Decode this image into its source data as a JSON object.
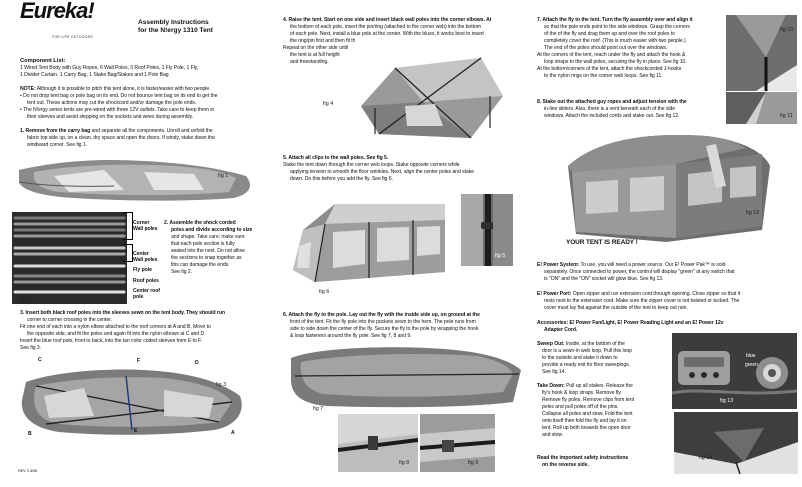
{
  "header": {
    "brand": "Eureka!",
    "brand_tagline": "FOR LIFE OUTDOORS.",
    "title_line1": "Assembly Instructions",
    "title_line2": "for the N!ergy 1310 Tent"
  },
  "components": {
    "heading": "Component List:",
    "line1": "1 Wired Tent Body with Guy Ropes, 6 Wall Poles, 3 Roof Poles, 1 Fly Pole, 1 Fly,",
    "line2": "1 Divider Curtain, 1 Carry Bag, 1 Stake Bag/Stakes and 1 Pole Bag"
  },
  "note": {
    "label": "NOTE:",
    "text": "Although it is possible to pitch this tent alone, it is faster/easier with two people.",
    "bullet1a": "• Do not drop tent bag or pole bag on its end. Do not bounce tent bag on its end to get the",
    "bullet1b": "tent out. These actions may cut the shockcord and/or damage the pole ends.",
    "bullet2a": "• The N!ergy series tents are pre-wired with three 12V outlets. Take care to keep them in",
    "bullet2b": "their sleeves and avoid stepping on the sockets and wires during assembly."
  },
  "step1": {
    "l1a": "1. Remove from the carry bag",
    "l1b": " and separate all the components. Unroll and unfold the",
    "l2": "fabric top side up, on a clean, dry space and open the doors. If windy, stake down the",
    "l3": "windward corner. See fig 1."
  },
  "step2": {
    "l1": "2. Assemble the shock corded",
    "l2": "poles and divide according to size",
    "l3": "and shape. Take care; make sure",
    "l4": "that each pole section is fully",
    "l5": "seated into the next. Do not allow",
    "l6": "the sections to snap together as",
    "l7": "this can damage the ends.",
    "l8": "See fig 2."
  },
  "pole_labels": {
    "corner1": "Corner",
    "corner2": "Wall poles",
    "center1": "Center",
    "center2": "Wall poles",
    "fly": "Fly pole",
    "roof": "Roof poles",
    "centerroof1": "Center roof",
    "centerroof2": "pole"
  },
  "step3": {
    "l1": "3. Insert both black roof poles into the sleeves sewn on the tent body. They should run",
    "l2": "corner to corner crossing in the center.",
    "l3": "Fit one end of each into a nylon elbow attached to the roof corners at A and B. Move to",
    "l4": "the opposite side, and fit the poles and again fit into the nylon elbows at C and D.",
    "l5": "Insert the blue roof pole, front to back, into the tan color coded sleeves from E to F.",
    "l6": "See fig 3."
  },
  "fig3_letters": {
    "a": "A",
    "b": "B",
    "c": "C",
    "d": "D",
    "e": "E",
    "f": "F"
  },
  "footer_code": "REV 3 4/08",
  "step4": {
    "l1": "4. Raise the tent. Start on one side and insert black wall poles into the corner elbows. At",
    "l2": "the bottom of each pole, insert the pin/ring (attached to the corner web) into the bottom",
    "l3": "of each pole. Next, install a blue pole at the center. With the blues, it works best to insert",
    "l4": "the ring/pin first and then fit the pole into the elbow. See fig 4.",
    "l5": "Repeat on the other side until",
    "l6": "the tent is at full height",
    "l7": "and freestanding."
  },
  "step5": {
    "l1": "5. Attach all clips to the wall poles. See fig 5.",
    "l2": "Stake the tent down through the corner web loops. Stake opposite corners while",
    "l3": "applying tension to smooth the floor wrinkles. Next, align the center poles and stake",
    "l4": "down. Do this before you add the fly. See fig 6."
  },
  "step6": {
    "l1": "6. Attach the fly to the pole. Lay out the fly with the inside side up, on ground at the",
    "l2": "front of the tent. Fit the fly pole into the pockets sewn to the hem. The pole runs from",
    "l3": "side to side down the center of the fly. Secure the fly to the pole by wrapping the hook",
    "l4": "& loop fasteners around the fly pole. See fig 7, 8 and 9."
  },
  "step7": {
    "l1": "7. Attach the fly to the tent. Turn the fly assembly over and align it",
    "l2": "so that the pole ends point to the side windows. Grasp the corners",
    "l3": "of the of the fly and drag them up and over the roof poles to",
    "l4": "completely cover the roof. (This is much easier with two people.)",
    "l5": "The end of the poles should point out over the windows.",
    "l6": "At the corners of the tent, reach under the fly and attach the hook &",
    "l7": "loop straps to the wall poles, securing the fly in place. See fig 10.",
    "l8": "At the bottom/corners of the tent, attach the shockcorded J-hooks",
    "l9": "to the nylon rings on the corner web loops. See fig 11."
  },
  "step8": {
    "l1": "8. Stake out the attached guy ropes and adjust tension with the",
    "l2": "in-line sliders. Also, there is a vent beneath each of the side",
    "l3": "windows. Attach the included cords and stake out. See fig 12."
  },
  "ready": "YOUR TENT IS READY !",
  "power_system": {
    "label": "E! Power System:",
    "l1": " To use, you will need a power source. Our E! Power Pak™ is sold",
    "l2": "separately. Once connected to power, the control will display \"green\" at any switch that",
    "l3": "is \"ON\" and the \"ON\" socket will glow blue. See fig 13."
  },
  "power_port": {
    "label": "E! Power Port:",
    "l1": " Open zipper and run extension cord through opening. Close zipper so that it",
    "l2": "rests next to the extension cord. Make sure the zipper cover is not twisted or tucked. The",
    "l3": "cover must lay flat against the outside of the tent to keep out rain."
  },
  "accessories": {
    "l1": "Accessories: E! Power Fan/Light, E! Power Reading Light and an E! Power 12v",
    "l2": "Adapter Cord."
  },
  "sweep": {
    "label": "Sweep Out:",
    "l1": " Inside, at the bottom of the",
    "l2": "door is a sewn-in web loop. Pull this loop",
    "l3": "to the outside and stake it down to",
    "l4": "provide a ready exit for floor sweepings.",
    "l5": "See fig 14."
  },
  "takedown": {
    "label": "Take Down:",
    "l1": " Pull up all stakes. Release the",
    "l2": "fly's hook & loop straps. Remove fly.",
    "l3": "Remove fly poles. Remove clips from tent",
    "l4": "poles and pull poles off of the pins.",
    "l5": "Collapse all poles and stow. Fold the tent",
    "l6": "onto itself then fold the fly and lay it on",
    "l7": "tent. Roll up both towards the open door",
    "l8": "and stow."
  },
  "safety": {
    "l1": "Read the important safety instructions",
    "l2": "on the reverse side."
  },
  "fig13_labels": {
    "blue": "blue",
    "green": "green"
  },
  "figs": {
    "f1": "fig 1",
    "f2": "fig 2",
    "f3": "fig 3",
    "f4": "fig 4",
    "f5": "fig 5",
    "f6": "fig 6",
    "f7": "fig 7",
    "f8": "fig 8",
    "f9": "fig 9",
    "f10": "fig 10",
    "f11": "fig 11",
    "f12": "fig 12",
    "f13": "fig 13",
    "f14": "fig 14"
  }
}
